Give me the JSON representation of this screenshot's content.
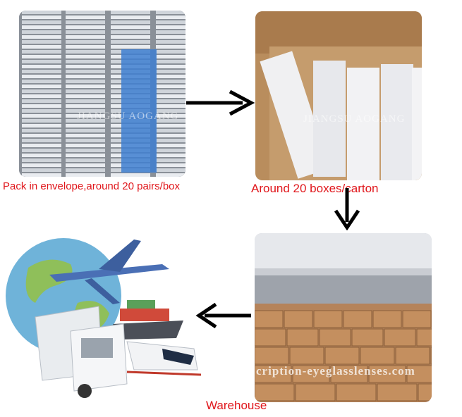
{
  "steps": [
    {
      "caption": "Pack in envelope,around 20 pairs/box",
      "watermark": "JIANGSU AOGANG"
    },
    {
      "caption": "Around 20 boxes/carton",
      "watermark": "JIANGSU AOGANG"
    },
    {
      "caption": "Warehouse",
      "watermark": "cription-eyeglasslenses.com"
    }
  ],
  "colors": {
    "caption": "#e0161b",
    "arrow": "#000000"
  },
  "icons": [
    "arrow-right-icon",
    "arrow-down-icon",
    "arrow-left-icon",
    "globe-icon",
    "airplane-icon",
    "truck-icon",
    "train-icon",
    "ship-icon"
  ]
}
